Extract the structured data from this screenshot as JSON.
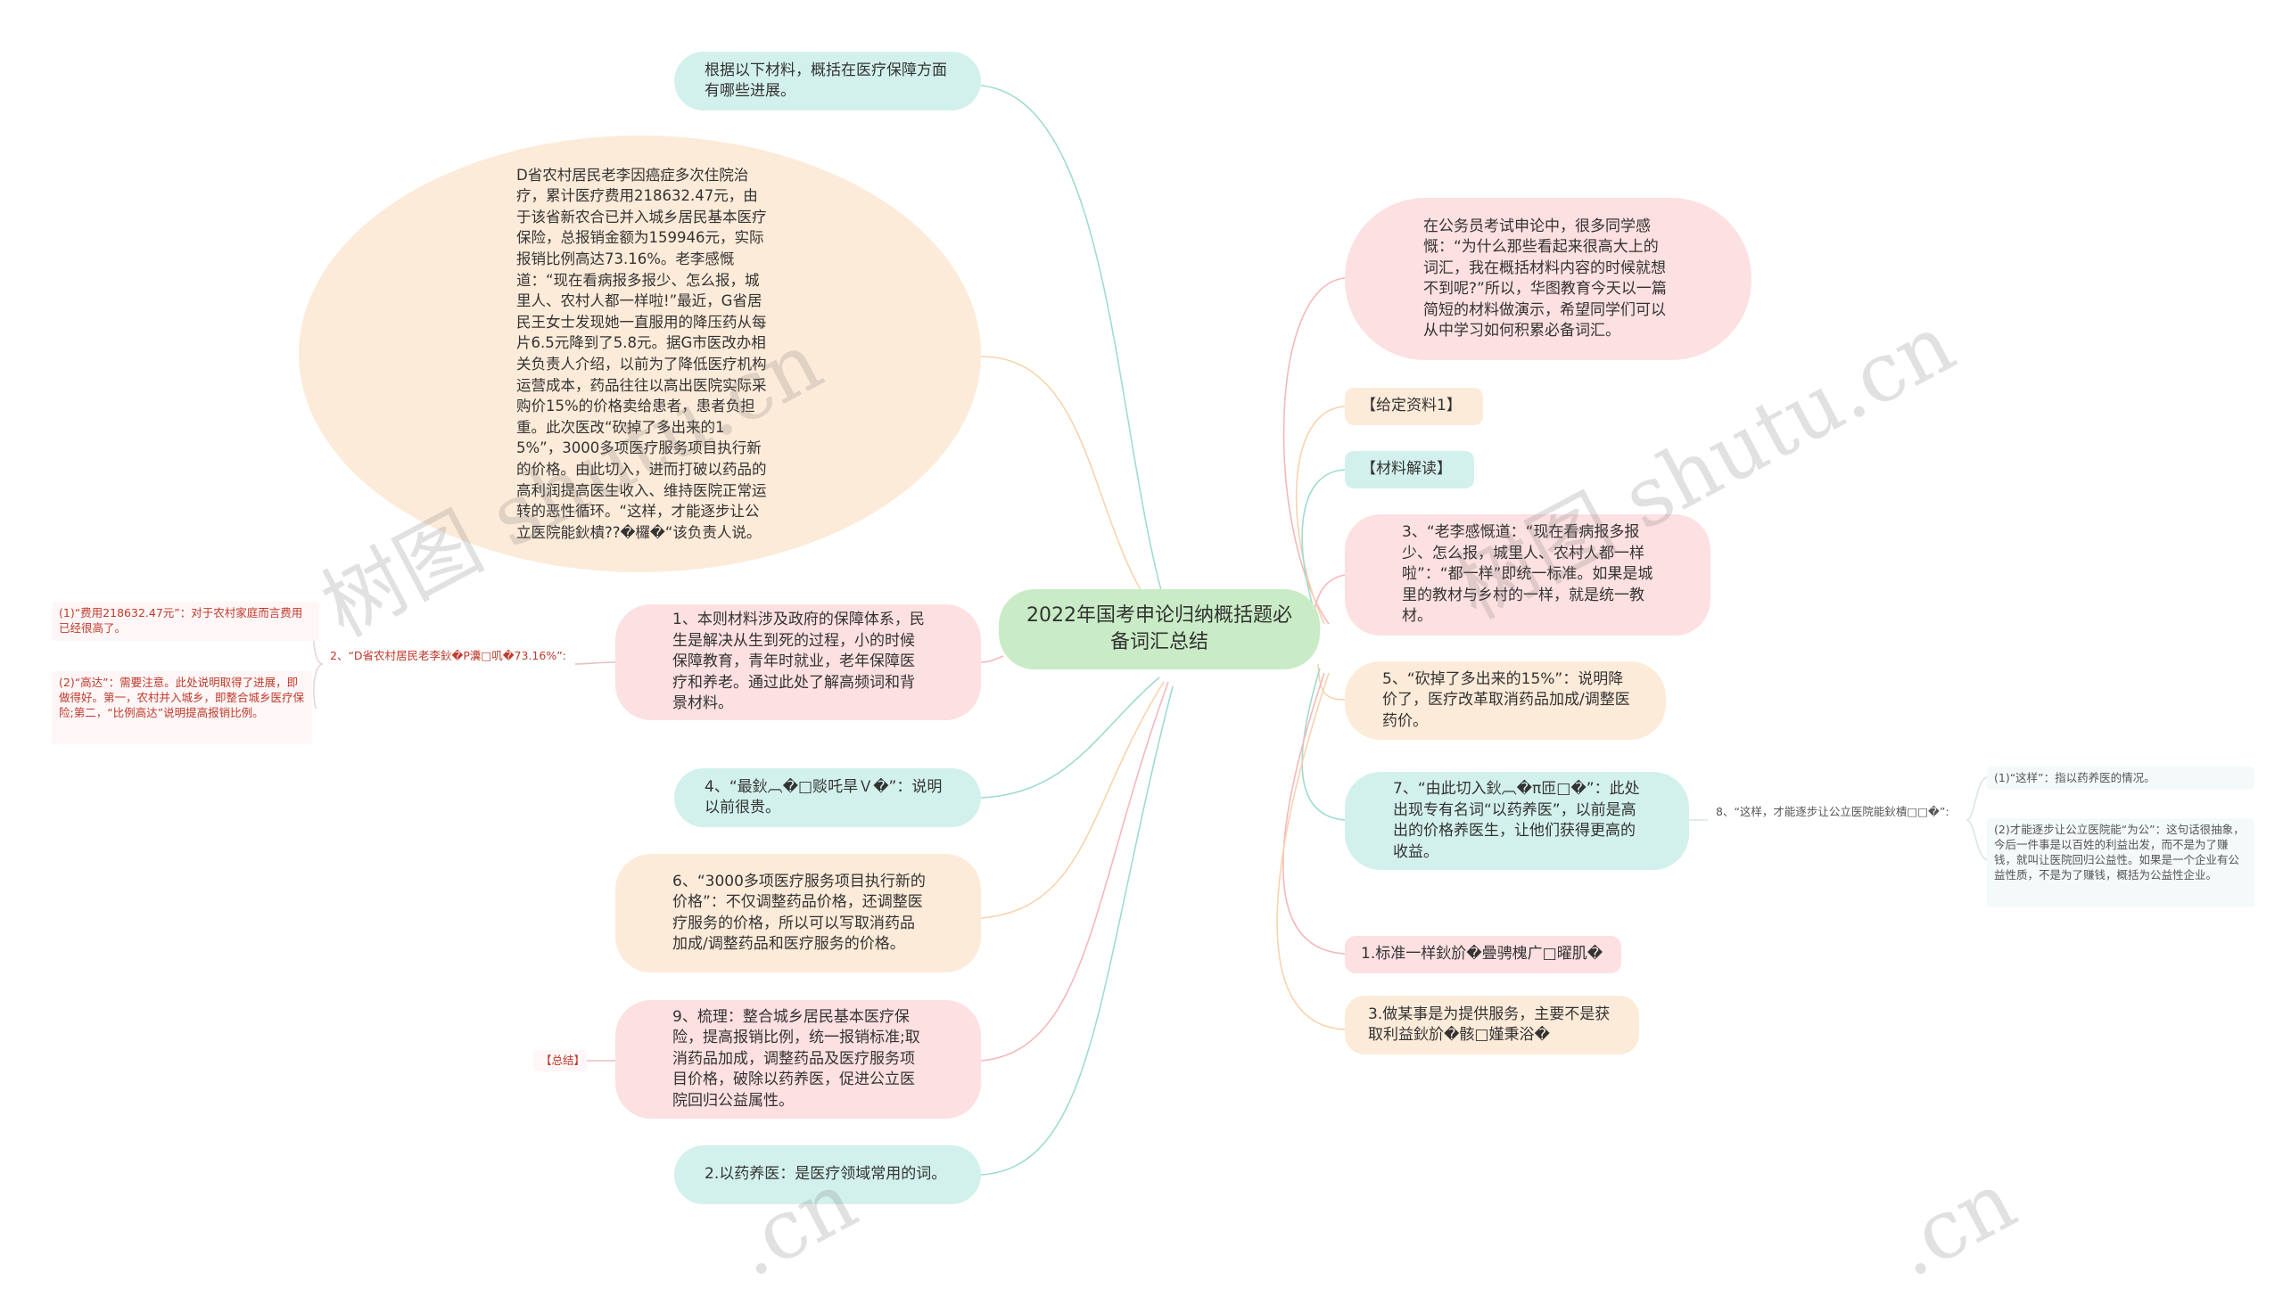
{
  "central": {
    "title": "2022年国考申论归纳概括题必备词汇总结"
  },
  "nodes": {
    "q_header": "根据以下材料，概括在医疗保障方面有哪些进展。",
    "material": "D省农村居民老李因癌症多次住院治疗，累计医疗费用218632.47元，由于该省新农合已并入城乡居民基本医疗保险，总报销金额为159946元，实际报销比例高达73.16%。老李感慨道：“现在看病报多报少、怎么报，城里人、农村人都一样啦!”最近，G省居民王女士发现她一直服用的降压药从每片6.5元降到了5.8元。据G市医改办相关负责人介绍，以前为了降低医疗机构运营成本，药品往往以高出医院实际采购价15%的价格卖给患者，患者负担重。此次医改“砍掉了多出来的15%”，3000多项医疗服务项目执行新的价格。由此切入，进而打破以药品的高利润提高医生收入、维持医院正常运转的恶性循环。“这样，才能逐步让公立医院能鈥樻??�欏�“该负责人说。",
    "l1": "1、本则材料涉及政府的保障体系，民生是解决从生到死的过程，小的时候保障教育，青年时就业，老年保障医疗和养老。通过此处了解高频词和背景材料。",
    "l1_sub": "2、“D省农村居民老李鈥�P瀵□叽�73.16%”:",
    "l1_sub_a": "(1)“费用218632.47元”：对于农村家庭而言费用已经很高了。",
    "l1_sub_b": "(2)“高达”：需要注意。此处说明取得了进展，即做得好。第一，农村并入城乡，即整合城乡医疗保险;第二，“比例高达”说明提高报销比例。",
    "l4": "4、“最鈥︹�□赕吒旱Ｖ�”：说明以前很贵。",
    "l6": "6、“3000多项医疗服务项目执行新的价格”：不仅调整药品价格，还调整医疗服务的价格，所以可以写取消药品加成/调整药品和医疗服务的价格。",
    "l9": "9、梳理：整合城乡居民基本医疗保险，提高报销比例，统一报销标准;取消药品加成，调整药品及医疗服务项目价格，破除以药养医，促进公立医院回归公益属性。",
    "l9_tag": "【总结】",
    "l2b": "2.以药养医：是医疗领域常用的词。",
    "r_intro": "在公务员考试申论中，很多同学感慨：“为什么那些看起来很高大上的词汇，我在概括材料内容的时候就想不到呢?”所以，华图教育今天以一篇简短的材料做演示，希望同学们可以从中学习如何积累必备词汇。",
    "r_tag1": "【给定资料1】",
    "r_tag2": "【材料解读】",
    "r3": "3、“老李感慨道：“现在看病报多报少、怎么报，城里人、农村人都一样啦”：“都一样”即统一标准。如果是城里的教材与乡村的一样，就是统一教材。",
    "r5": "5、“砍掉了多出来的15%”：说明降价了，医疗改革取消药品加成/调整医药价。",
    "r7": "7、“由此切入鈥︹�π匝□�”：此处出现专有名词“以药养医”，以前是高出的价格养医生，让他们获得更高的收益。",
    "r7_sub": "8、“这样，才能逐步让公立医院能鈥樻□□�”:",
    "r7_sub_a": "(1)“这样”：指以药养医的情况。",
    "r7_sub_b": "(2)才能逐步让公立医院能“为公”：这句话很抽象，今后一件事是以百姓的利益出发，而不是为了赚钱，就叫让医院回归公益性。如果是一个企业有公益性质，不是为了赚钱，概括为公益性企业。",
    "r_b1": "1.标准一样鈥斺�曡骋槐广□曜肌�",
    "r_b3": "3.做某事是为提供服务，主要不是获取利益鈥斺�骸□嫤秉浴�"
  },
  "watermarks": [
    "树图 shutu.cn",
    "树图 shutu.cn",
    ".cn",
    ".cn"
  ],
  "colors": {
    "pink": "#fde0e1",
    "teal": "#d3f1ec",
    "peach": "#fdebd9",
    "green": "#c9ecc6",
    "line_pink": "#f5b8ba",
    "line_teal": "#9fdccf",
    "line_peach": "#f8d3ad",
    "line_gray": "#e6d6d6"
  }
}
